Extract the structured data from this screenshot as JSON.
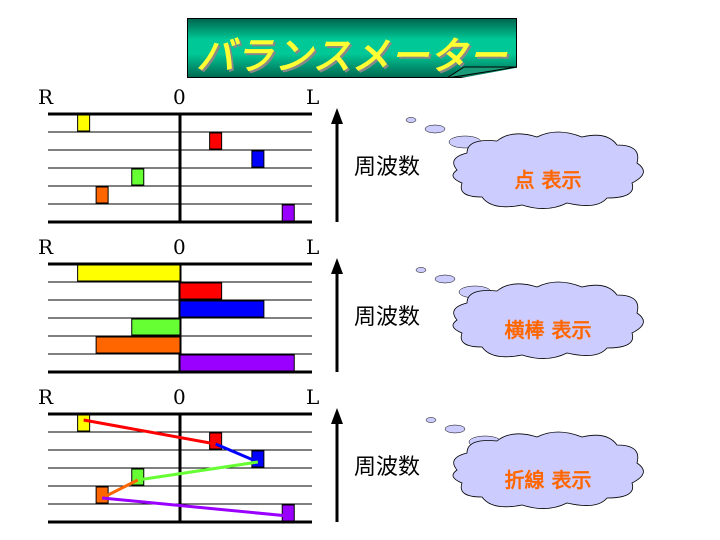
{
  "title": "バランスメーター",
  "axis": {
    "left": "R",
    "center": "0",
    "right": "L"
  },
  "frequency_label": "周波数",
  "colors": [
    "#ffff00",
    "#ff0000",
    "#0000ff",
    "#66ff33",
    "#ff6600",
    "#9900ff"
  ],
  "meter_values": [
    -0.73,
    0.27,
    0.59,
    -0.32,
    -0.59,
    0.82
  ],
  "panels": [
    {
      "mode": "point",
      "caption": "点 表示"
    },
    {
      "mode": "bar",
      "caption": "横棒 表示"
    },
    {
      "mode": "line",
      "caption": "折線 表示"
    }
  ]
}
